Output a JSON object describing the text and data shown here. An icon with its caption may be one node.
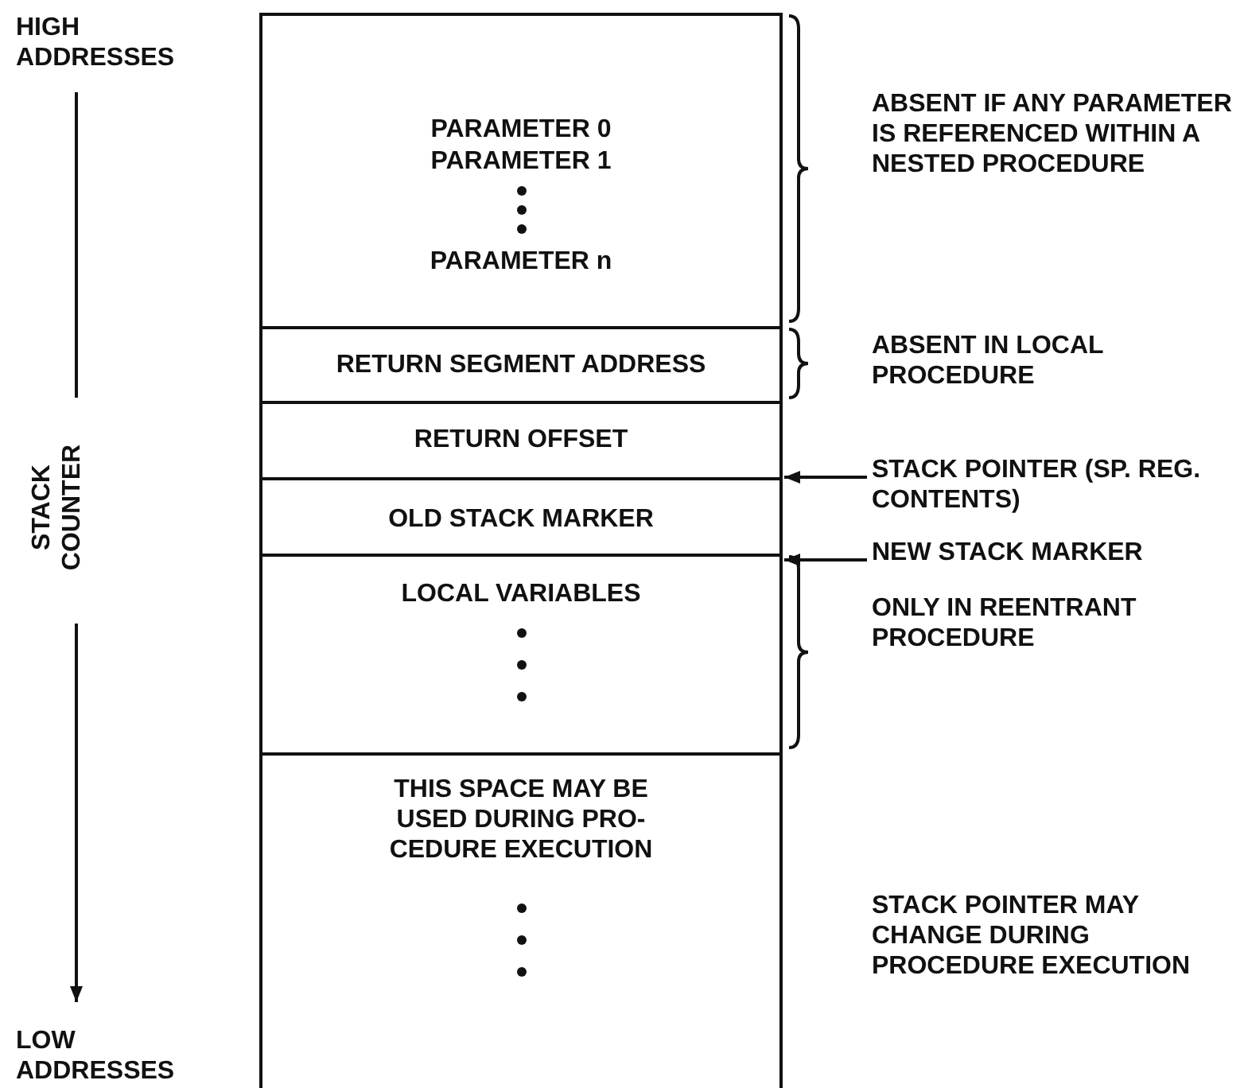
{
  "diagram": {
    "nodes": [
      {
        "text": [
          "PARAMETER 0",
          "PARAMETER 1",
          "PARAMETER n"
        ]
      },
      {
        "text": [
          "RETURN SEGMENT ADDRESS"
        ]
      },
      {
        "text": [
          "RETURN OFFSET"
        ]
      },
      {
        "text": [
          "OLD STACK MARKER"
        ]
      },
      {
        "text": [
          "LOCAL VARIABLES"
        ]
      },
      {
        "text": [
          "THIS SPACE MAY BE USED DURING PRO- CEDURE EXECUTION"
        ]
      },
      {
        "text": [
          "STACK POINTER (SP. REG. CONTENTS)"
        ]
      },
      {
        "text": [
          "NEW STACK MARKER"
        ]
      }
    ],
    "edges": [
      {
        "from": 6,
        "to": 2,
        "arrow": "to"
      },
      {
        "from": 7,
        "to": 3,
        "arrow": "to"
      }
    ],
    "labels": [
      "HIGH ADDRESSES",
      "ABSENT IF ANY PARAMETER IS REFERENCED WITHIN A NESTED PROCEDURE",
      "ABSENT IN LOCAL PROCEDURE",
      "STACK COUNTER",
      "ONLY IN REENTRANT PROCEDURE",
      "STACK POINTER MAY CHANGE DURING PROCEDURE EXECUTION",
      "LOW ADDRESSES"
    ]
  }
}
